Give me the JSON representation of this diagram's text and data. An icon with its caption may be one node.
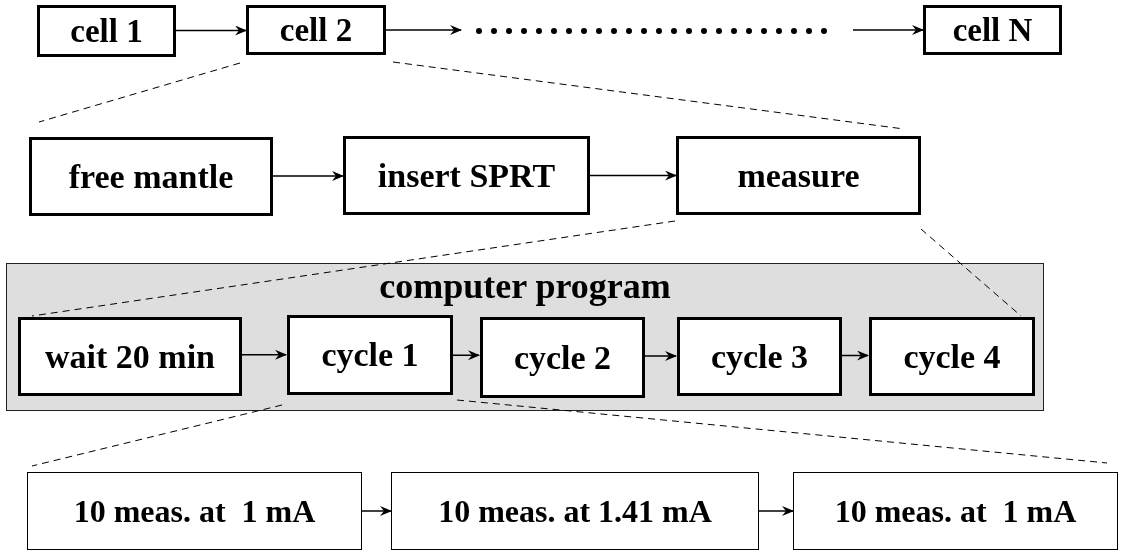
{
  "diagram": {
    "nodes": [
      {
        "text": [
          "cell 1"
        ]
      },
      {
        "text": [
          "cell 2"
        ]
      },
      {
        "text": [],
        "shape": "dots"
      },
      {
        "text": [
          "cell N"
        ]
      },
      {
        "text": [
          "free mantle"
        ]
      },
      {
        "text": [
          "insert SPRT"
        ]
      },
      {
        "text": [
          "measure"
        ]
      },
      {
        "text": [
          "computer program"
        ]
      },
      {
        "text": [
          "wait 20 min"
        ],
        "in": 7
      },
      {
        "text": [
          "cycle 1"
        ],
        "in": 7
      },
      {
        "text": [
          "cycle 2"
        ],
        "in": 7
      },
      {
        "text": [
          "cycle 3"
        ],
        "in": 7
      },
      {
        "text": [
          "cycle 4"
        ],
        "in": 7
      },
      {
        "text": [
          "10 meas. at  1 mA"
        ]
      },
      {
        "text": [
          "10 meas. at 1.41 mA"
        ]
      },
      {
        "text": [
          "10 meas. at  1 mA"
        ]
      }
    ],
    "edges": [
      {
        "from": 0,
        "to": 1,
        "arrow": "to"
      },
      {
        "from": 1,
        "to": 2,
        "arrow": "to"
      },
      {
        "from": 2,
        "to": 3,
        "arrow": "to"
      },
      {
        "from": 4,
        "to": 5,
        "arrow": "to"
      },
      {
        "from": 5,
        "to": 6,
        "arrow": "to"
      },
      {
        "from": 8,
        "to": 9,
        "arrow": "to"
      },
      {
        "from": 9,
        "to": 10,
        "arrow": "to"
      },
      {
        "from": 10,
        "to": 11,
        "arrow": "to"
      },
      {
        "from": 11,
        "to": 12,
        "arrow": "to"
      },
      {
        "from": 13,
        "to": 14,
        "arrow": "to"
      },
      {
        "from": 14,
        "to": 15,
        "arrow": "to"
      },
      {
        "from": 1,
        "to": 4,
        "arrow": "none",
        "style": "dashed"
      },
      {
        "from": 1,
        "to": 6,
        "arrow": "none",
        "style": "dashed"
      },
      {
        "from": 6,
        "to": 8,
        "arrow": "none",
        "style": "dashed"
      },
      {
        "from": 6,
        "to": 12,
        "arrow": "none",
        "style": "dashed"
      },
      {
        "from": 9,
        "to": 13,
        "arrow": "none",
        "style": "dashed"
      },
      {
        "from": 9,
        "to": 15,
        "arrow": "none",
        "style": "dashed"
      }
    ]
  }
}
